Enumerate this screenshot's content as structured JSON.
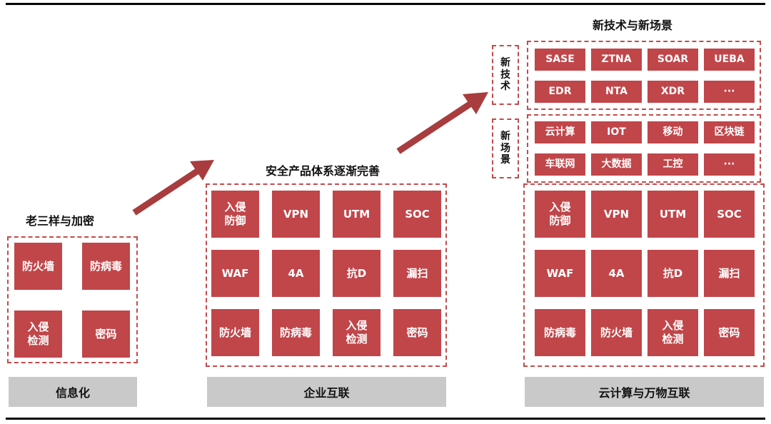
{
  "stages": {
    "stage1": {
      "title": "老三样与加密",
      "label": "信息化",
      "tiles": [
        "防火墙",
        "防病毒",
        "入侵\n检测",
        "密码"
      ]
    },
    "stage2": {
      "title": "安全产品体系逐渐完善",
      "label": "企业互联",
      "tiles": [
        "入侵\n防御",
        "VPN",
        "UTM",
        "SOC",
        "WAF",
        "4A",
        "抗D",
        "漏扫",
        "防火墙",
        "防病毒",
        "入侵\n检测",
        "密码"
      ]
    },
    "stage3": {
      "title": "新技术与新场景",
      "label": "云计算与万物互联",
      "new_tech_label": "新\n技\n术",
      "new_scene_label": "新\n场\n景",
      "new_tech": [
        "SASE",
        "ZTNA",
        "SOAR",
        "UEBA",
        "EDR",
        "NTA",
        "XDR",
        "···"
      ],
      "new_scenes": [
        "云计算",
        "IOT",
        "移动",
        "区块链",
        "车联网",
        "大数据",
        "工控",
        "···"
      ],
      "tiles": [
        "入侵\n防御",
        "VPN",
        "UTM",
        "SOC",
        "WAF",
        "4A",
        "抗D",
        "漏扫",
        "防病毒",
        "防火墙",
        "入侵\n检测",
        "密码"
      ]
    }
  },
  "colors": {
    "tile": "#c0464a",
    "dash": "#c44a4a",
    "arrow": "#a83c3e",
    "stage_bar": "#c9c9c9"
  }
}
